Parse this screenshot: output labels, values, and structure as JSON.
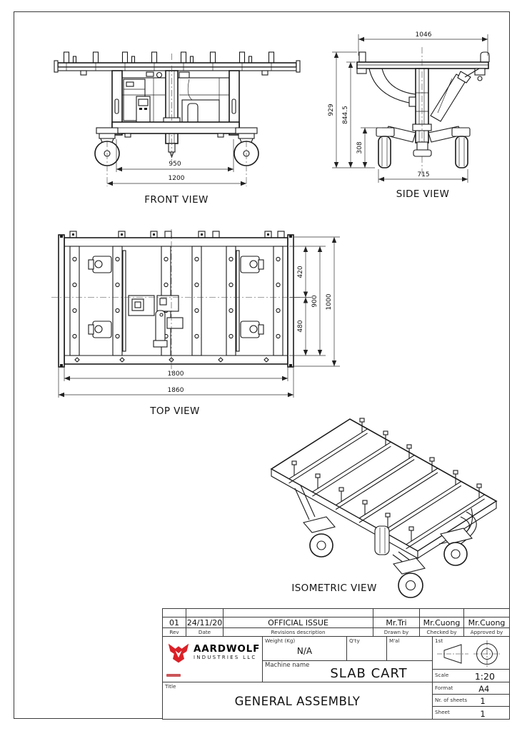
{
  "views": {
    "front": {
      "label": "FRONT VIEW",
      "dim_inner": "950",
      "dim_outer": "1200"
    },
    "side": {
      "label": "SIDE VIEW",
      "dim_width_top": "1046",
      "dim_height_overall": "929",
      "dim_height_deck": "844.5",
      "dim_leg": "308",
      "dim_track": "715"
    },
    "top": {
      "label": "TOP VIEW",
      "dim_seg_upper": "420",
      "dim_body_width": "900",
      "dim_overall_width": "1000",
      "dim_seg_lower": "480",
      "dim_length_inner": "1800",
      "dim_length_outer": "1860"
    },
    "iso": {
      "label": "ISOMETRIC VIEW"
    }
  },
  "title_block": {
    "revision": {
      "rev": "01",
      "date": "24/11/20",
      "description": "OFFICIAL ISSUE",
      "drawn": "Mr.Tri",
      "checked": "Mr.Cuong",
      "approved": "Mr.Cuong"
    },
    "labels": {
      "rev": "Rev",
      "date": "Date",
      "description": "Revisions description",
      "drawn": "Drawn by",
      "checked": "Checked by",
      "approved": "Approved by",
      "weight": "Weight (Kg)",
      "qty": "Q'ty",
      "material": "M'al",
      "machine": "Machine name",
      "projection": "1st",
      "scale": "Scale",
      "title": "Title",
      "format": "Format",
      "sheets": "Nr. of sheets",
      "sheet": "Sheet"
    },
    "values": {
      "weight": "N/A",
      "machine": "SLAB CART",
      "scale": "1:20",
      "title": "GENERAL ASSEMBLY",
      "format": "A4",
      "sheets": "1",
      "sheet": "1"
    },
    "logo": {
      "name": "AARDWOLF",
      "subtitle": "INDUSTRIES LLC",
      "accent_color": "#da2128"
    }
  }
}
